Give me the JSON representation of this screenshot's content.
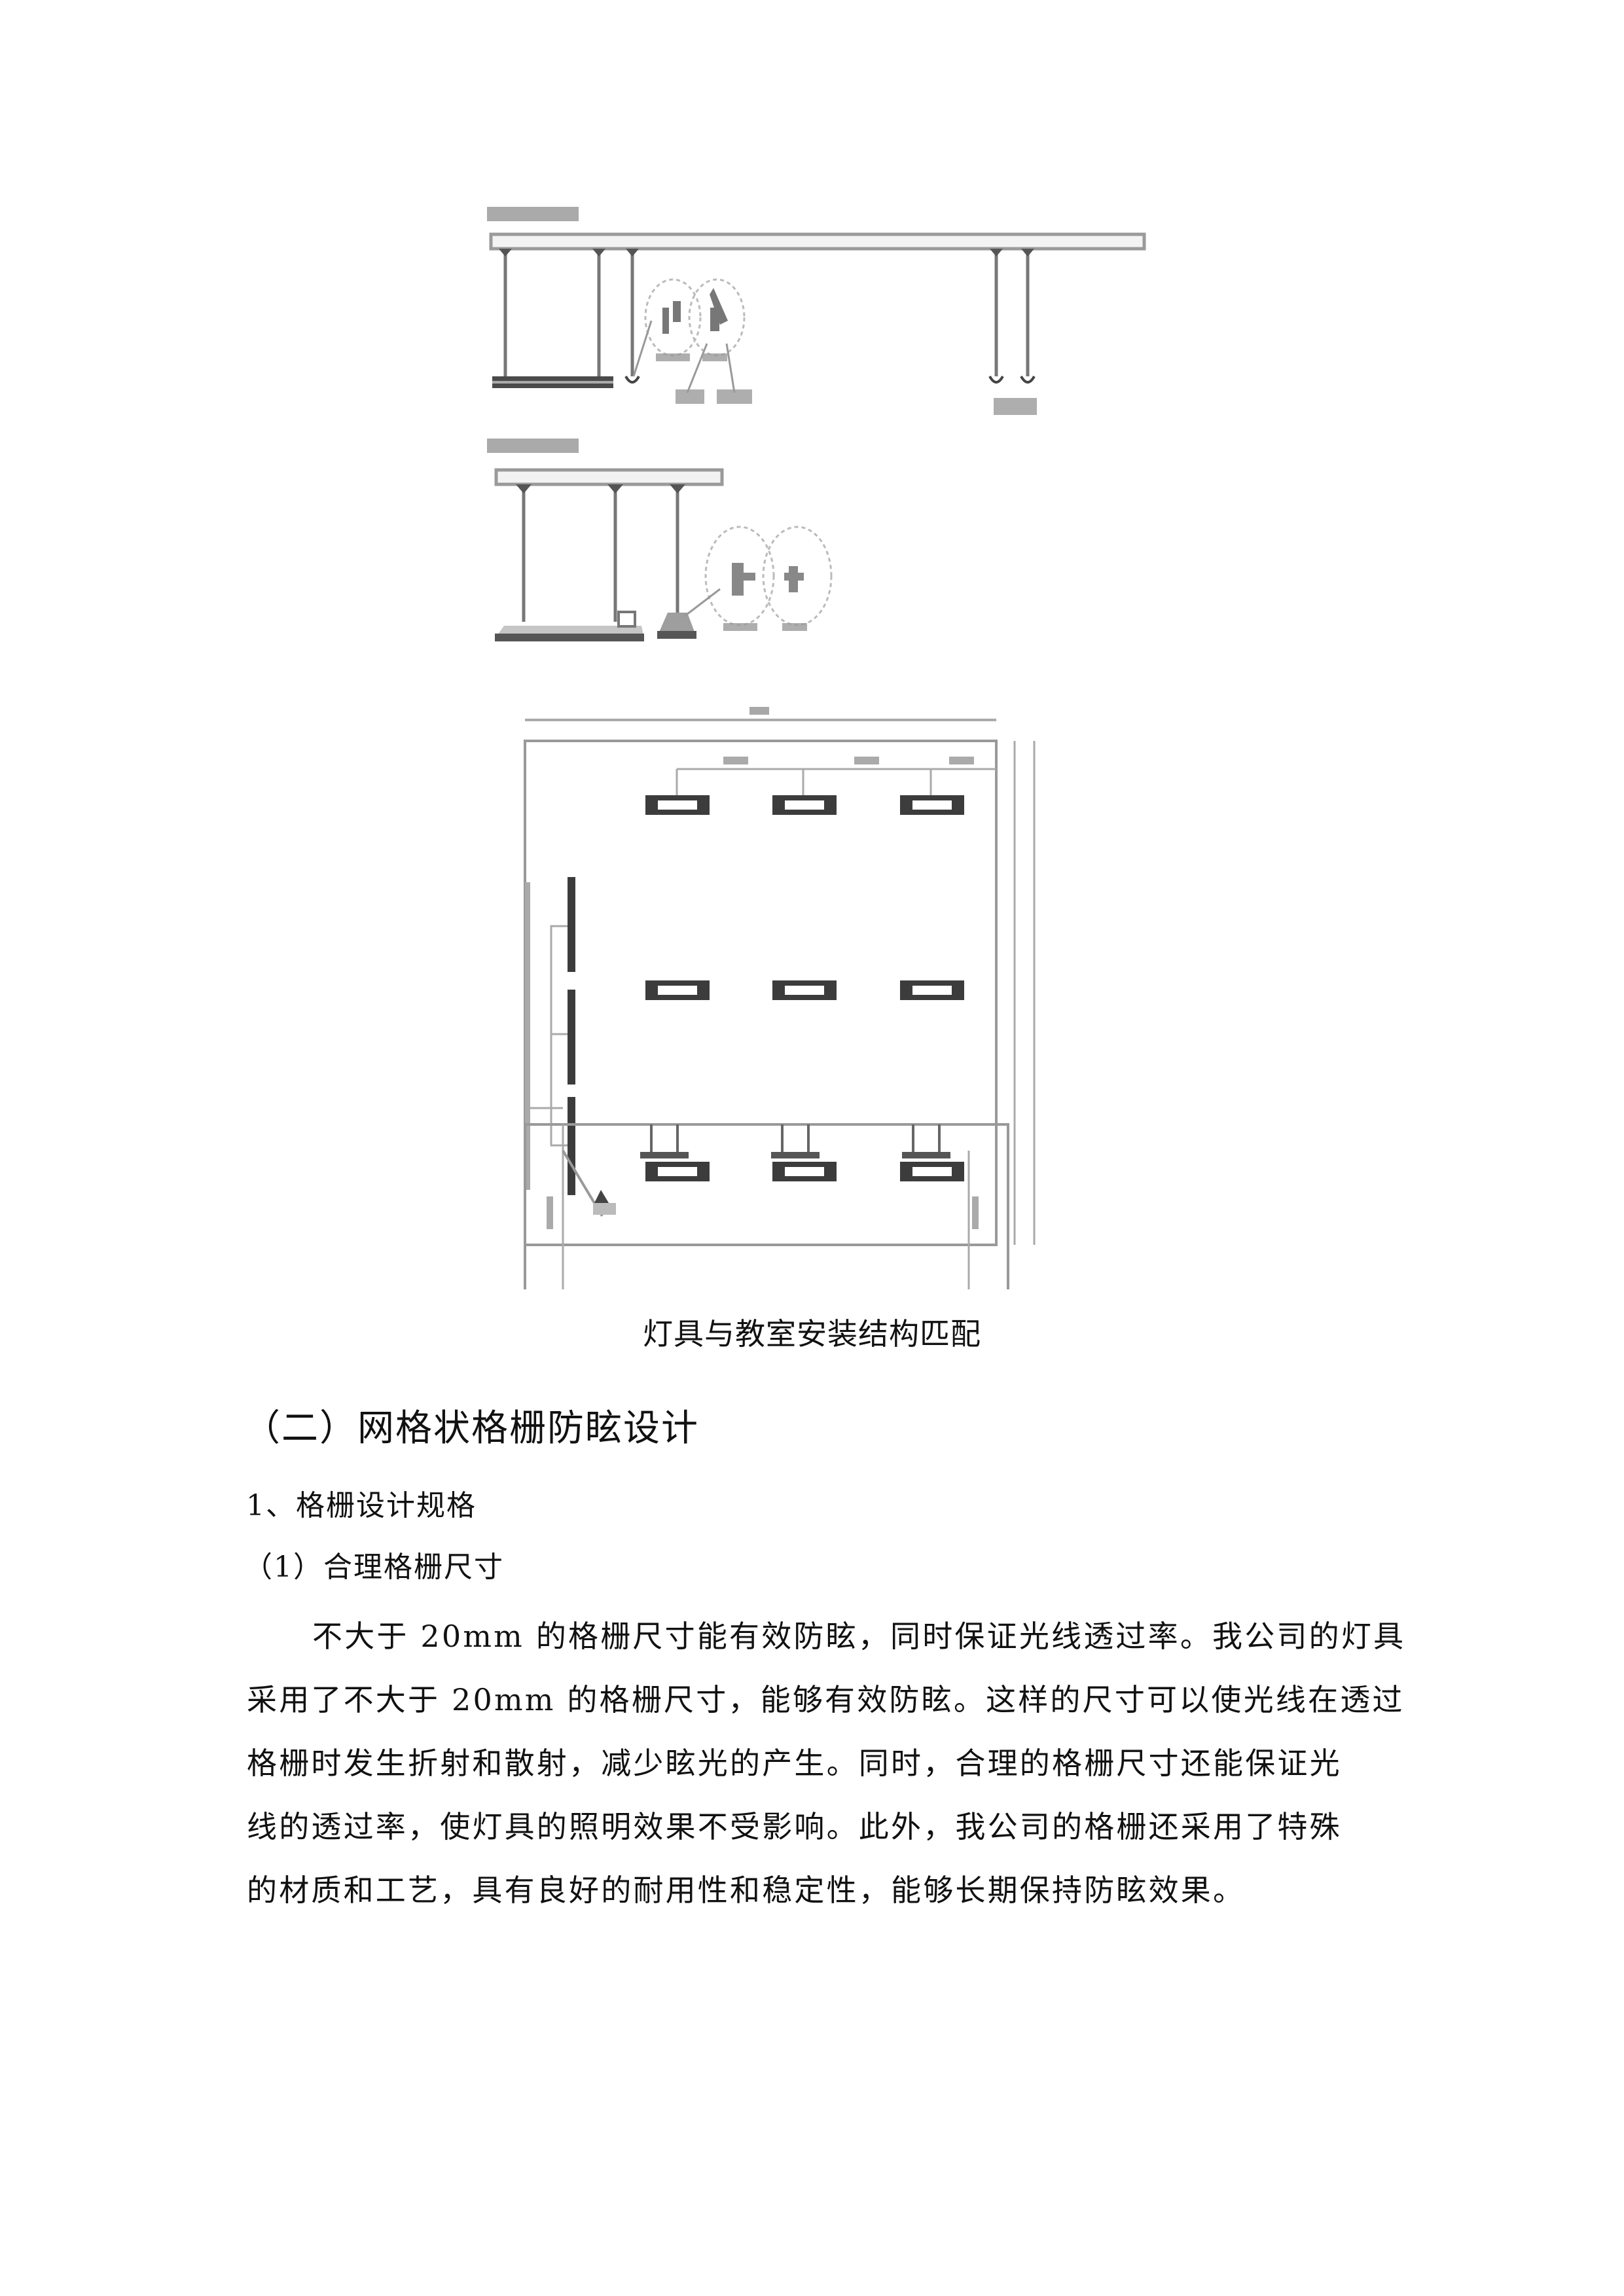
{
  "figure": {
    "diagram1": {
      "title": "吊装灯 安装示意图（模糊不可辨）",
      "callout_labels": [
        "细节标注1",
        "细节标注2",
        "注释文字A",
        "注释文字B",
        "注释文字C"
      ]
    },
    "diagram2": {
      "title": "吊装灯 安装示意图（模糊不可辨）",
      "callout_labels": [
        "细节标注3",
        "细节标注4"
      ]
    },
    "floor_plan": {
      "luminaire_grid": {
        "rows": 3,
        "cols": 3
      },
      "blackboard_segments": 3
    },
    "elevation": {
      "pendant_fixtures": 3
    }
  },
  "caption": "灯具与教室安装结构匹配",
  "section_heading": "（二）网格状格栅防眩设计",
  "subsection_heading": "1、格栅设计规格",
  "item_heading": "（1）合理格栅尺寸",
  "paragraph": {
    "lines": [
      "不大于 20mm 的格栅尺寸能有效防眩，同时保证光线透过率。我公司的灯具",
      "采用了不大于 20mm 的格栅尺寸，能够有效防眩。这样的尺寸可以使光线在透过",
      "格栅时发生折射和散射，减少眩光的产生。同时，合理的格栅尺寸还能保证光",
      "线的透过率，使灯具的照明效果不受影响。此外，我公司的格栅还采用了特殊",
      "的材质和工艺，具有良好的耐用性和稳定性，能够长期保持防眩效果。"
    ]
  }
}
